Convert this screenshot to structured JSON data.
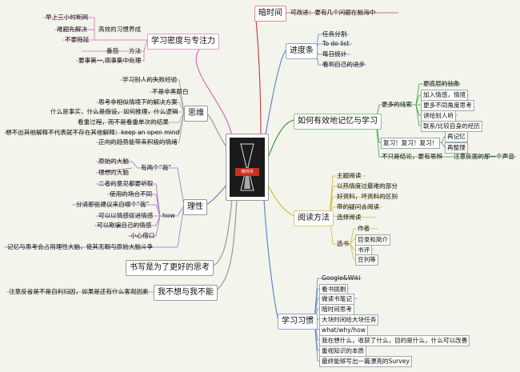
{
  "center": {
    "book_title": "暗时间"
  },
  "branches": {
    "focus": {
      "title": "学习密度与专注力",
      "habits_label": "高效的习惯养成",
      "habits": [
        "早上三小时断网",
        "难题先解决",
        "不要拖延"
      ],
      "method_label": "方法",
      "method_item": "番茄",
      "priority": "要事第一,琐事集中处理"
    },
    "thinking": {
      "title": "思维",
      "items": [
        "学习别人的失败经验",
        "不是非黑即白",
        "思考非相似情境下的解决方案",
        "什么是事实，什么是假设，如何推理，什么逻辑",
        "看重过程，而不是看重单次的结果",
        "想不出其他解释不代表就不存在其他解释：keep an open mind",
        "正向的趋势能带来积极的情绪"
      ]
    },
    "reason": {
      "title": "理性",
      "two_label": "有两个“我”",
      "two_items": [
        "原始的大脑",
        "理想的大脑"
      ],
      "how_label": "how",
      "how_items": [
        "二者的意见都要听取",
        "使用的场合不同",
        "分清那些建议来自哪个“我”",
        "可以以情感促进情感",
        "可以欺骗自己的情感",
        "小心借口"
      ],
      "final": "记忆与思考会占用理性大脑，使其无暇与原始大脑斗争"
    },
    "writing": {
      "title": "书写是为了更好的思考"
    },
    "dontwant": {
      "title": "我不想与我不能",
      "item": "注意反省是不是自利归因，如果是还有什么客观因素"
    },
    "darktime": {
      "title": "暗时间",
      "item": "可改进：要有几个问题在脑海中"
    },
    "progress": {
      "title": "进度条",
      "items": [
        "任务分割",
        "To do list",
        "每日统计",
        "看到自己的进步"
      ]
    },
    "memory": {
      "title": "如何有效地记忆与学习",
      "cues_label": "更多的线索",
      "cues": [
        "更底层的抽象",
        "加入情感，情境",
        "更多不同角度思考",
        "讲给别人听",
        "联系/比较自身的经历"
      ],
      "review_label": "复习！复习！复习！",
      "review_items": [
        "再记忆",
        "再整理"
      ],
      "conclusion_label": "不只是结论，要有思辨",
      "conclusion_item": "注意反面的那一个声音"
    },
    "reading": {
      "title": "阅读方法",
      "items": [
        "主题阅读",
        "以热情度过最难的部分",
        "好资料，坏资料的区别",
        "带的疑问去阅读",
        "选择阅读"
      ],
      "select_label": "选书",
      "select_items": [
        "作者",
        "目录和简介",
        "书评",
        "豆列等"
      ]
    },
    "habits": {
      "title": "学习习惯",
      "items": [
        "Google&Wiki",
        "看书挑剔",
        "做读书笔记",
        "暗时间思考",
        "大块时间给大块任务",
        "what/why/how",
        "我在想什么，收获了什么，目的是什么，什么可以改善",
        "重视知识的本质",
        "最终能够写出一篇漂亮的Survey"
      ]
    }
  },
  "colors": {
    "pink": "#d36fb8",
    "red": "#cc4444",
    "blue": "#5f86cf",
    "green": "#3f9f3f",
    "yellow": "#d8b83a",
    "orange": "#e08a2a",
    "gray": "#888888",
    "purple": "#a070c0"
  }
}
